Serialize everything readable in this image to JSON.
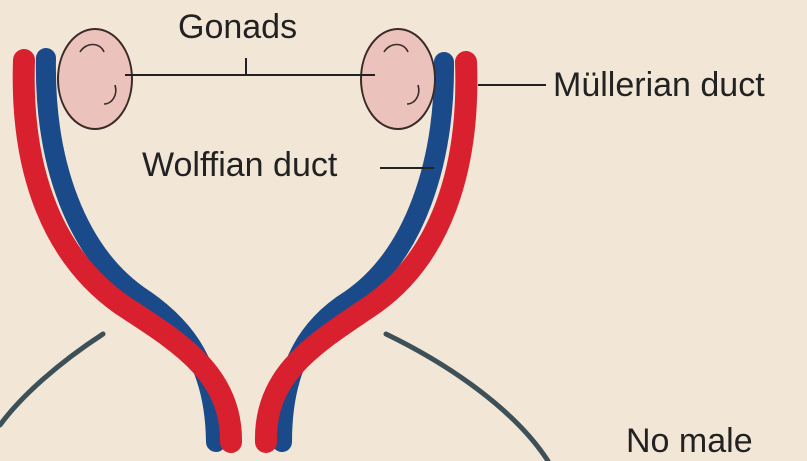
{
  "labels": {
    "gonads": "Gonads",
    "mullerian_duct": "Müllerian duct",
    "wolffian_duct": "Wolffian duct",
    "no_male": "No male"
  },
  "colors": {
    "background": "#f2e6d6",
    "mullerian_duct": "#d9202e",
    "wolffian_duct": "#1b4a8a",
    "gonad_fill": "#ecc2bd",
    "gonad_outline": "#3a2a28",
    "leader_line": "#222222",
    "body_outline": "#3d5058"
  }
}
